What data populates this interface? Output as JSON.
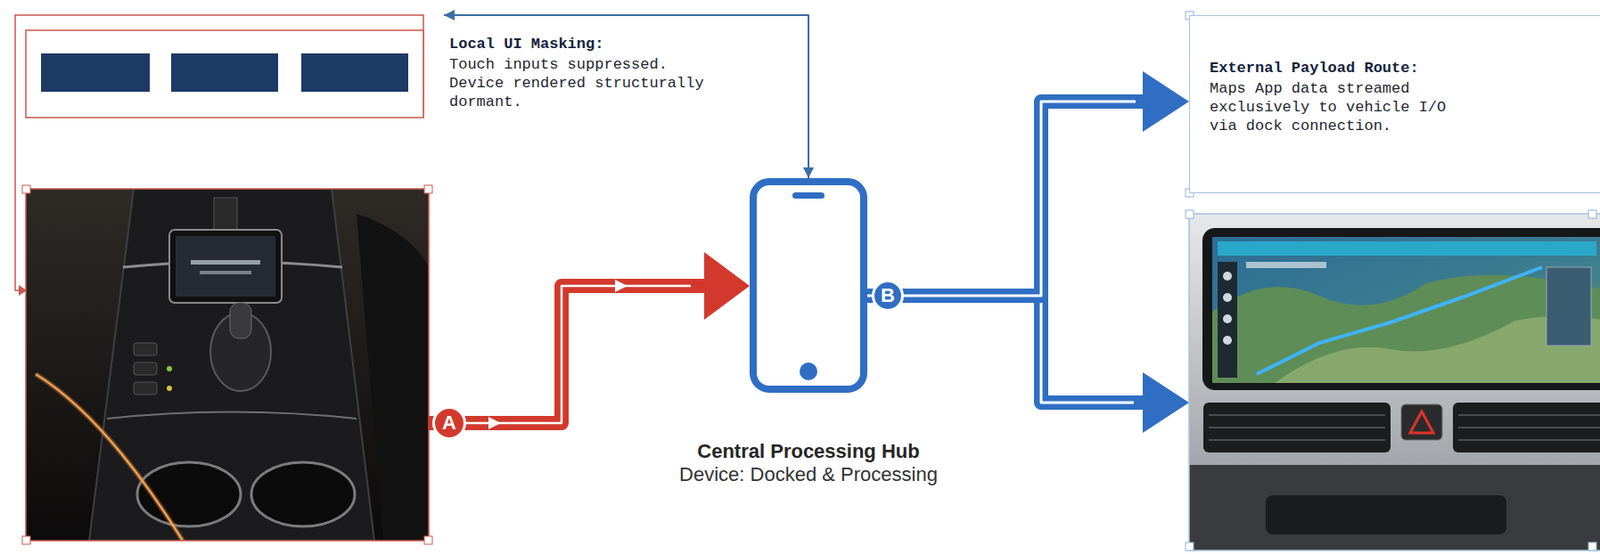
{
  "diagram": {
    "nodes": [
      {
        "text": [
          "Local UI Masking:",
          "Touch inputs suppressed. Device rendered structurally dormant."
        ]
      },
      {
        "text": [
          "Central Processing Hub",
          "Device: Docked & Processing"
        ]
      },
      {
        "text": [
          "External Payload Route:",
          "Maps App data streamed exclusively to vehicle I/O via dock connection."
        ]
      }
    ],
    "edges": [
      {
        "from": 1,
        "to": 0,
        "arrow": "both"
      },
      {
        "from": 1,
        "to": 2,
        "arrow": "to",
        "label": "B"
      }
    ],
    "labels": [
      "A"
    ]
  }
}
